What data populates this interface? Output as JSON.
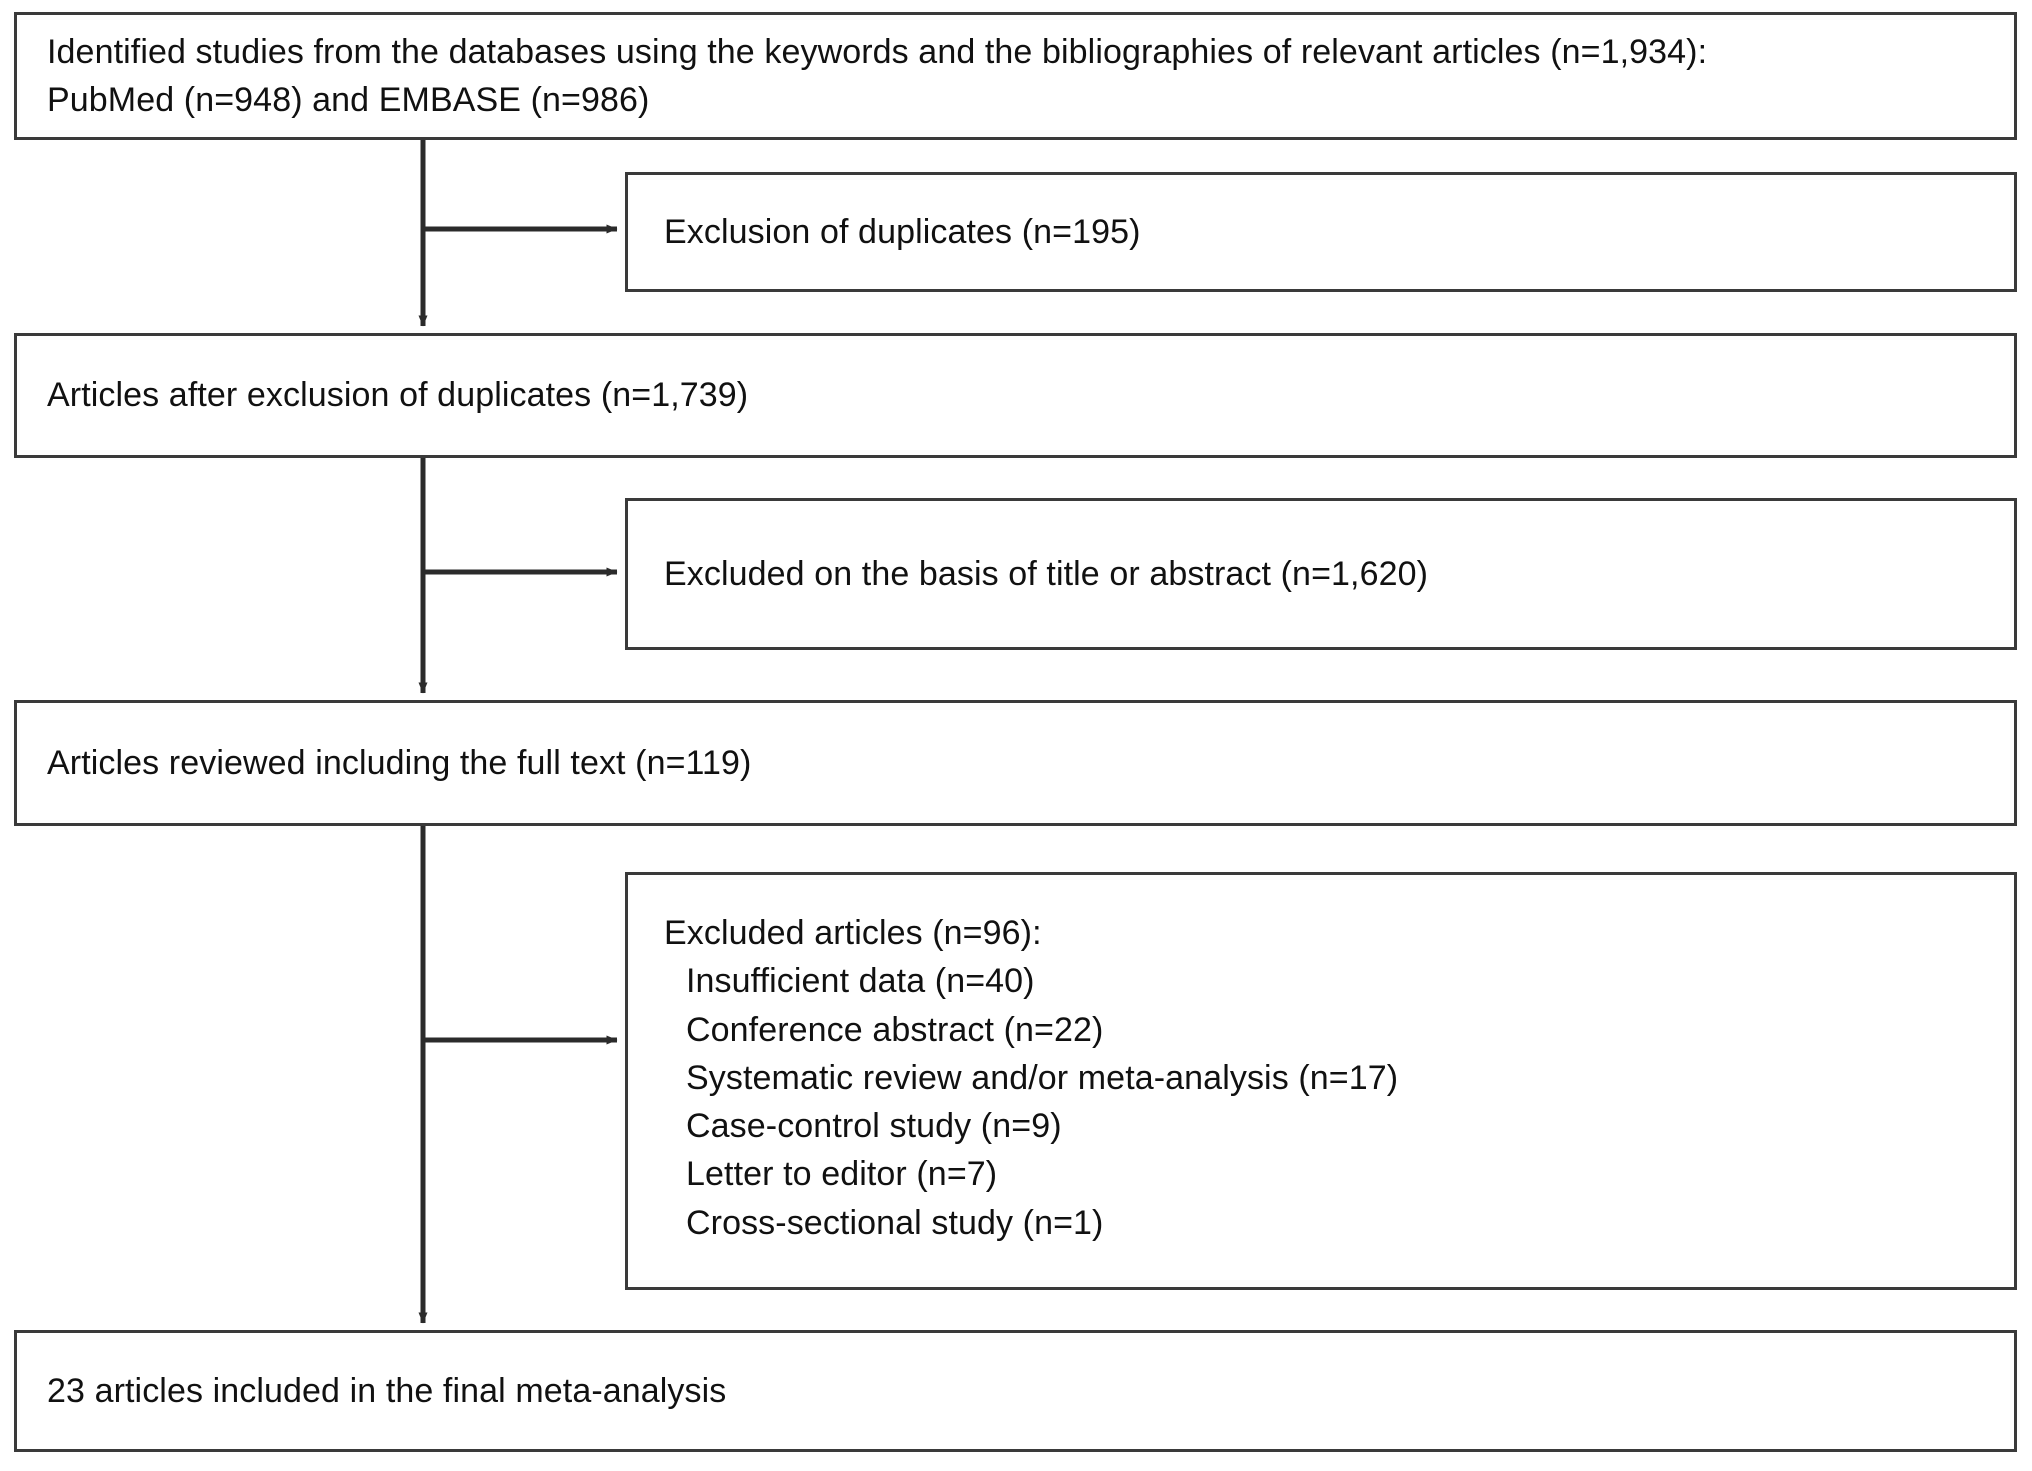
{
  "diagram": {
    "title": "PRISMA study selection flow diagram",
    "type": "flowchart",
    "colors": {
      "box_border": "#3a3a3a",
      "connector": "#2b2b2b",
      "text": "#111111",
      "background": "#ffffff"
    },
    "nodes": {
      "identified": {
        "id": "identified-studies",
        "lines": [
          "Identified studies from the databases using the keywords and the bibliographies of relevant articles (n=1,934):",
          "PubMed (n=948) and EMBASE (n=986)"
        ],
        "counts": {
          "total": "1,934",
          "pubmed": "948",
          "embase": "986"
        }
      },
      "excluded_duplicates": {
        "id": "exclusion-of-duplicates",
        "lines": [
          "Exclusion of duplicates (n=195)"
        ],
        "counts": {
          "duplicates": "195"
        }
      },
      "after_duplicates": {
        "id": "articles-after-exclusion-of-duplicates",
        "lines": [
          "Articles after exclusion of duplicates (n=1,739)"
        ],
        "counts": {
          "remaining": "1,739"
        }
      },
      "excluded_title_abstract": {
        "id": "excluded-title-or-abstract",
        "lines": [
          "Excluded on the basis of title or abstract (n=1,620)"
        ],
        "counts": {
          "excluded": "1,620"
        }
      },
      "full_text_reviewed": {
        "id": "articles-reviewed-full-text",
        "lines": [
          "Articles reviewed including the full text (n=119)"
        ],
        "counts": {
          "remaining": "119"
        }
      },
      "excluded_articles": {
        "id": "excluded-articles-detail",
        "heading": "Excluded articles (n=96):",
        "counts": {
          "total_excluded": "96"
        },
        "reasons": [
          {
            "label": "Insufficient data (n=40)",
            "n": "40"
          },
          {
            "label": "Conference abstract (n=22)",
            "n": "22"
          },
          {
            "label": "Systematic review and/or meta-analysis (n=17)",
            "n": "17"
          },
          {
            "label": "Case-control study (n=9)",
            "n": "9"
          },
          {
            "label": "Letter to editor (n=7)",
            "n": "7"
          },
          {
            "label": "Cross-sectional study (n=1)",
            "n": "1"
          }
        ]
      },
      "included": {
        "id": "articles-included-final",
        "lines": [
          "23 articles included in the final meta-analysis"
        ],
        "counts": {
          "included": "23"
        }
      }
    }
  }
}
